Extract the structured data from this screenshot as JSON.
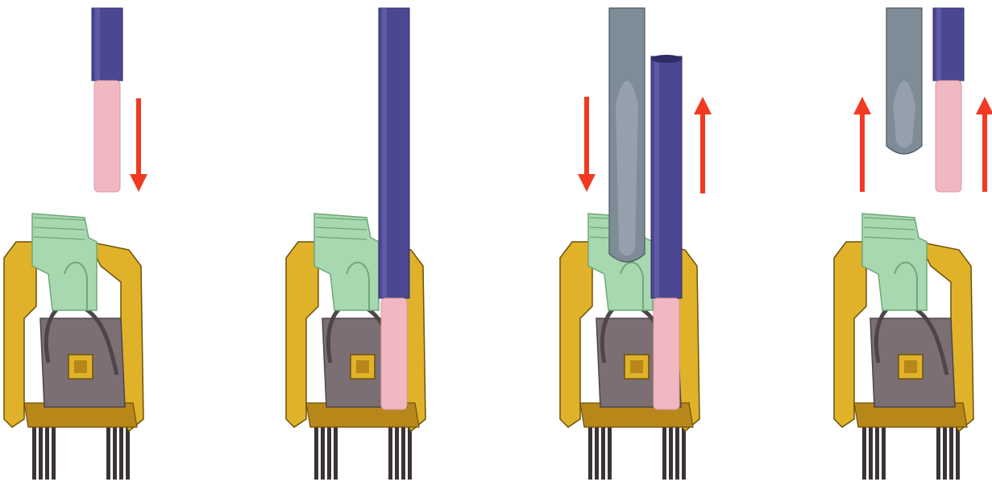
{
  "diagram": {
    "description_visible_text": [],
    "colors": {
      "housing": "#E0B22A",
      "housing_dark": "#B8871A",
      "housing_edge": "#6B5208",
      "terminal_green": "#A8D8B0",
      "terminal_green_dark": "#6FA77A",
      "spring_metal": "#7C6F73",
      "spring_metal_dark": "#4E4548",
      "wire_insulation": "#4B4792",
      "wire_insulation_light": "#6B68B3",
      "wire_conductor": "#F2B8C2",
      "wire_conductor_dark": "#D89AA5",
      "tool_grey": "#7E8C98",
      "tool_grey_light": "#A5B1BB",
      "arrow_red": "#F03A22",
      "pins": "#3A3338"
    },
    "steps": [
      {
        "id": "step-1",
        "action": "insert-wire",
        "arrows": [
          "down"
        ],
        "tool": false,
        "wire_inserted": false
      },
      {
        "id": "step-2",
        "action": "wire-inserted",
        "arrows": [],
        "tool": false,
        "wire_inserted": true
      },
      {
        "id": "step-3",
        "action": "release-with-tool",
        "arrows": [
          "down",
          "up"
        ],
        "tool": true,
        "wire_inserted": true
      },
      {
        "id": "step-4",
        "action": "remove-tool-and-wire",
        "arrows": [
          "up",
          "up"
        ],
        "tool": true,
        "wire_inserted": false
      }
    ]
  }
}
